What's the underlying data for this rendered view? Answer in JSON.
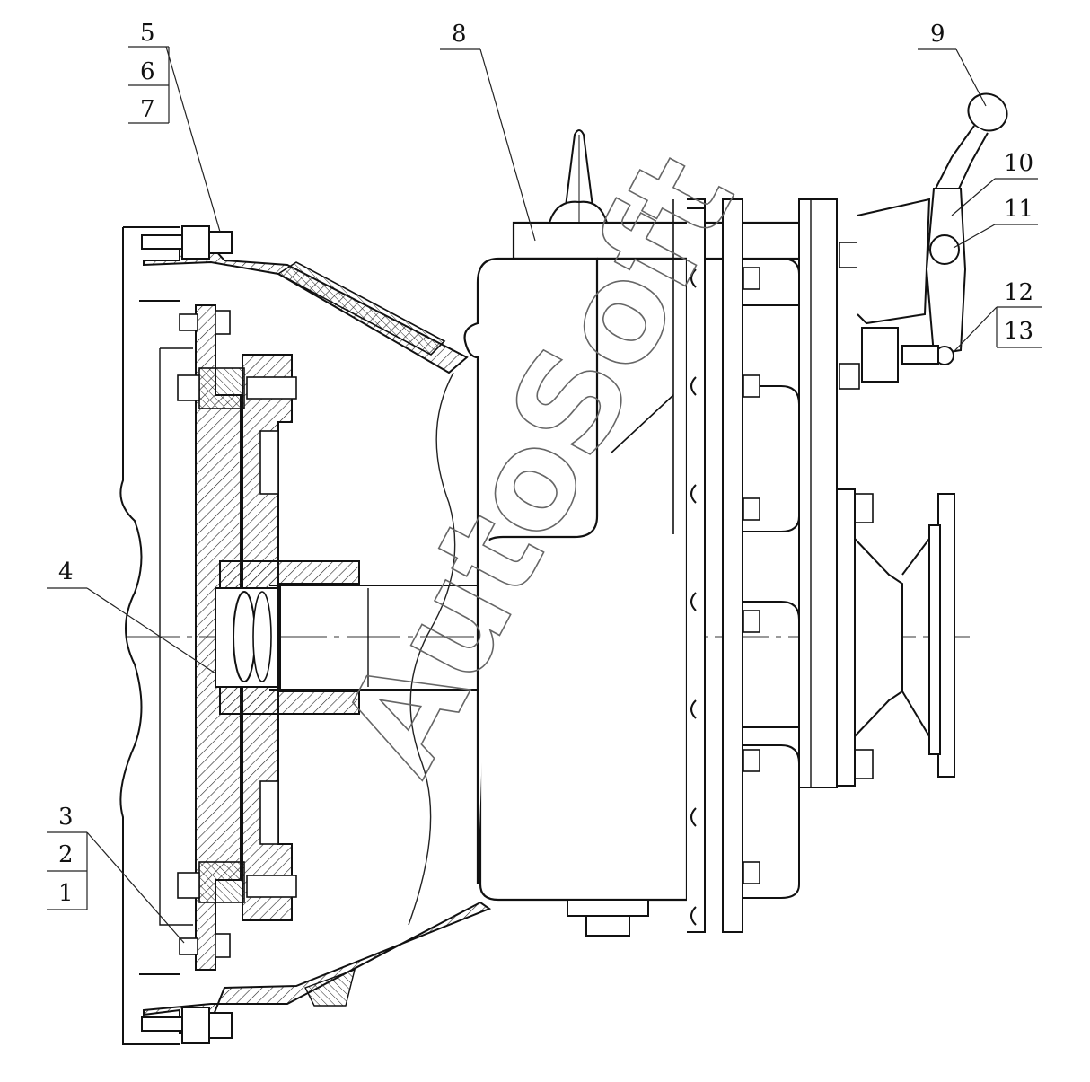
{
  "labels": {
    "l1": "1",
    "l2": "2",
    "l3": "3",
    "l4": "4",
    "l5": "5",
    "l6": "6",
    "l7": "7",
    "l8": "8",
    "l9": "9",
    "l10": "10",
    "l11": "11",
    "l12": "12",
    "l13": "13"
  },
  "watermark": "AutoSoft"
}
